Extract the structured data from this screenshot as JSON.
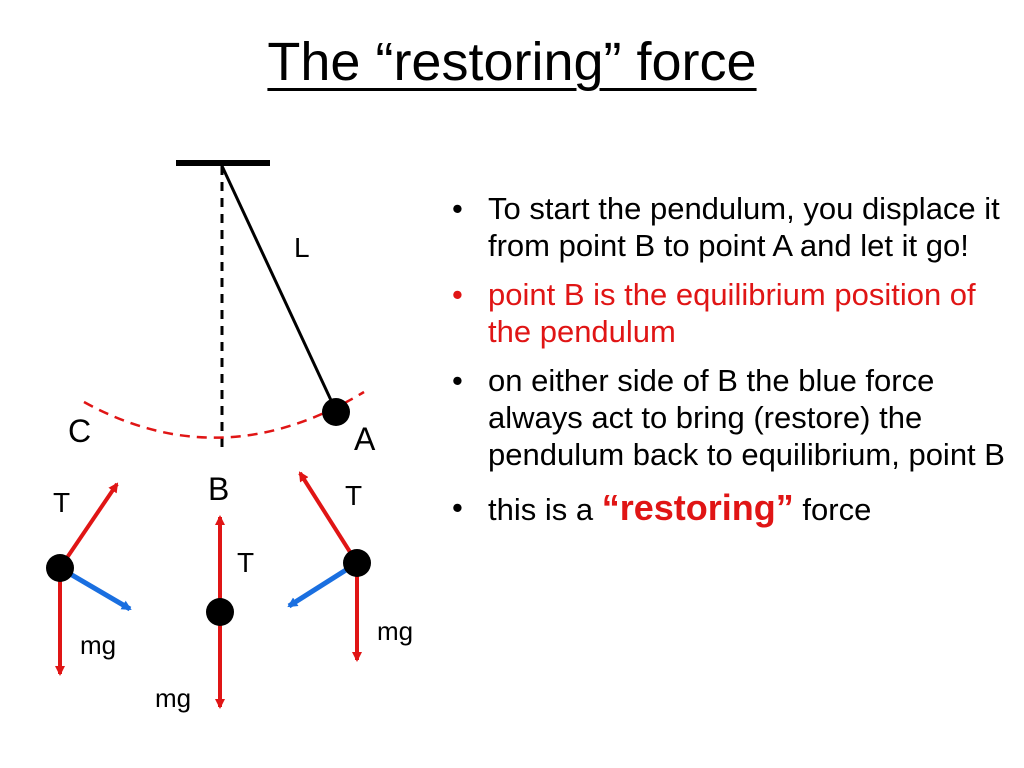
{
  "title": "The “restoring” force",
  "diagram": {
    "labels": {
      "L": "L",
      "A": "A",
      "B": "B",
      "C": "C",
      "T_left": "T",
      "T_center": "T",
      "T_right": "T",
      "mg_left": "mg",
      "mg_center": "mg",
      "mg_right": "mg"
    },
    "colors": {
      "weight_arrow": "#e01515",
      "restoring_arrow": "#1a6fe0",
      "swing_arc": "#e01515"
    }
  },
  "bullets": [
    {
      "text": "To start the pendulum, you displace it from point B to point A and let it go!",
      "color": "black"
    },
    {
      "text": "point B is the equilibrium position of the pendulum",
      "color": "red"
    },
    {
      "text": "on either side of B the blue force always act to bring (restore) the pendulum back to equilibrium, point B",
      "color": "black"
    },
    {
      "before": "this is a",
      "emphasis": "“restoring”",
      "after": "force",
      "color": "black"
    }
  ]
}
